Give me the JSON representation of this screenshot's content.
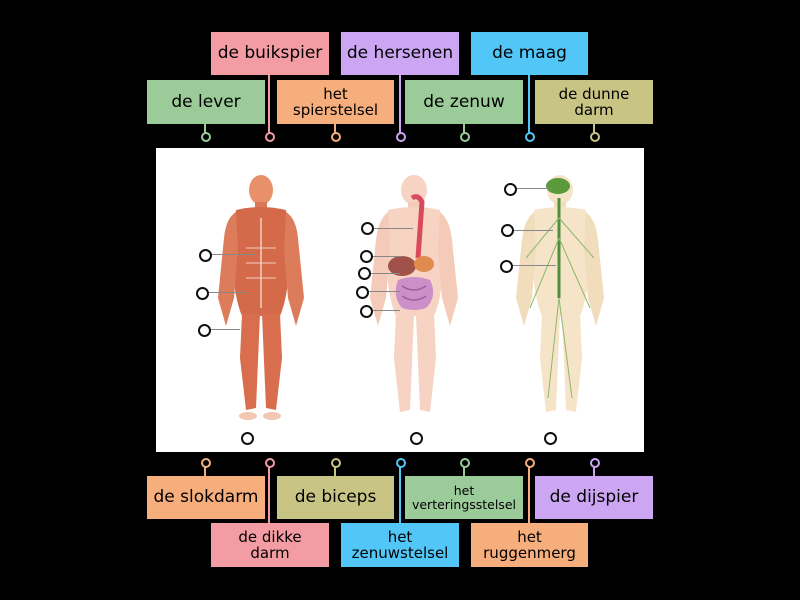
{
  "colors": {
    "green": "#9ccb9a",
    "pink": "#f39ca4",
    "orange": "#f7ae7d",
    "purple": "#cca6f2",
    "blue": "#52c7f7",
    "olive": "#c8c584",
    "background": "#000000"
  },
  "top_labels": [
    {
      "id": "de-lever",
      "lines": [
        "de lever"
      ],
      "color": "green"
    },
    {
      "id": "de-buikspier",
      "lines": [
        "de buikspier"
      ],
      "color": "pink"
    },
    {
      "id": "het-spierstelsel",
      "lines": [
        "het",
        "spierstelsel"
      ],
      "color": "orange"
    },
    {
      "id": "de-hersenen",
      "lines": [
        "de hersenen"
      ],
      "color": "purple"
    },
    {
      "id": "de-zenuw",
      "lines": [
        "de zenuw"
      ],
      "color": "green"
    },
    {
      "id": "de-maag",
      "lines": [
        "de maag"
      ],
      "color": "blue"
    },
    {
      "id": "de-dunne-darm",
      "lines": [
        "de dunne",
        "darm"
      ],
      "color": "olive"
    }
  ],
  "bottom_labels": [
    {
      "id": "de-slokdarm",
      "lines": [
        "de slokdarm"
      ],
      "color": "orange"
    },
    {
      "id": "de-dikke-darm",
      "lines": [
        "de dikke",
        "darm"
      ],
      "color": "pink"
    },
    {
      "id": "de-biceps",
      "lines": [
        "de biceps"
      ],
      "color": "olive"
    },
    {
      "id": "het-zenuwstelsel",
      "lines": [
        "het",
        "zenuwstelsel"
      ],
      "color": "blue"
    },
    {
      "id": "het-verteringsstelsel",
      "lines": [
        "het",
        "verteringsstelsel"
      ],
      "color": "green"
    },
    {
      "id": "het-ruggenmerg",
      "lines": [
        "het",
        "ruggenmerg"
      ],
      "color": "orange"
    },
    {
      "id": "de-dijspier",
      "lines": [
        "de dijspier"
      ],
      "color": "purple"
    }
  ],
  "figures": [
    {
      "name": "muscular-system-figure",
      "icon": "muscle-body-illustration"
    },
    {
      "name": "digestive-system-figure",
      "icon": "digestive-body-illustration"
    },
    {
      "name": "nervous-system-figure",
      "icon": "nervous-body-illustration"
    }
  ]
}
